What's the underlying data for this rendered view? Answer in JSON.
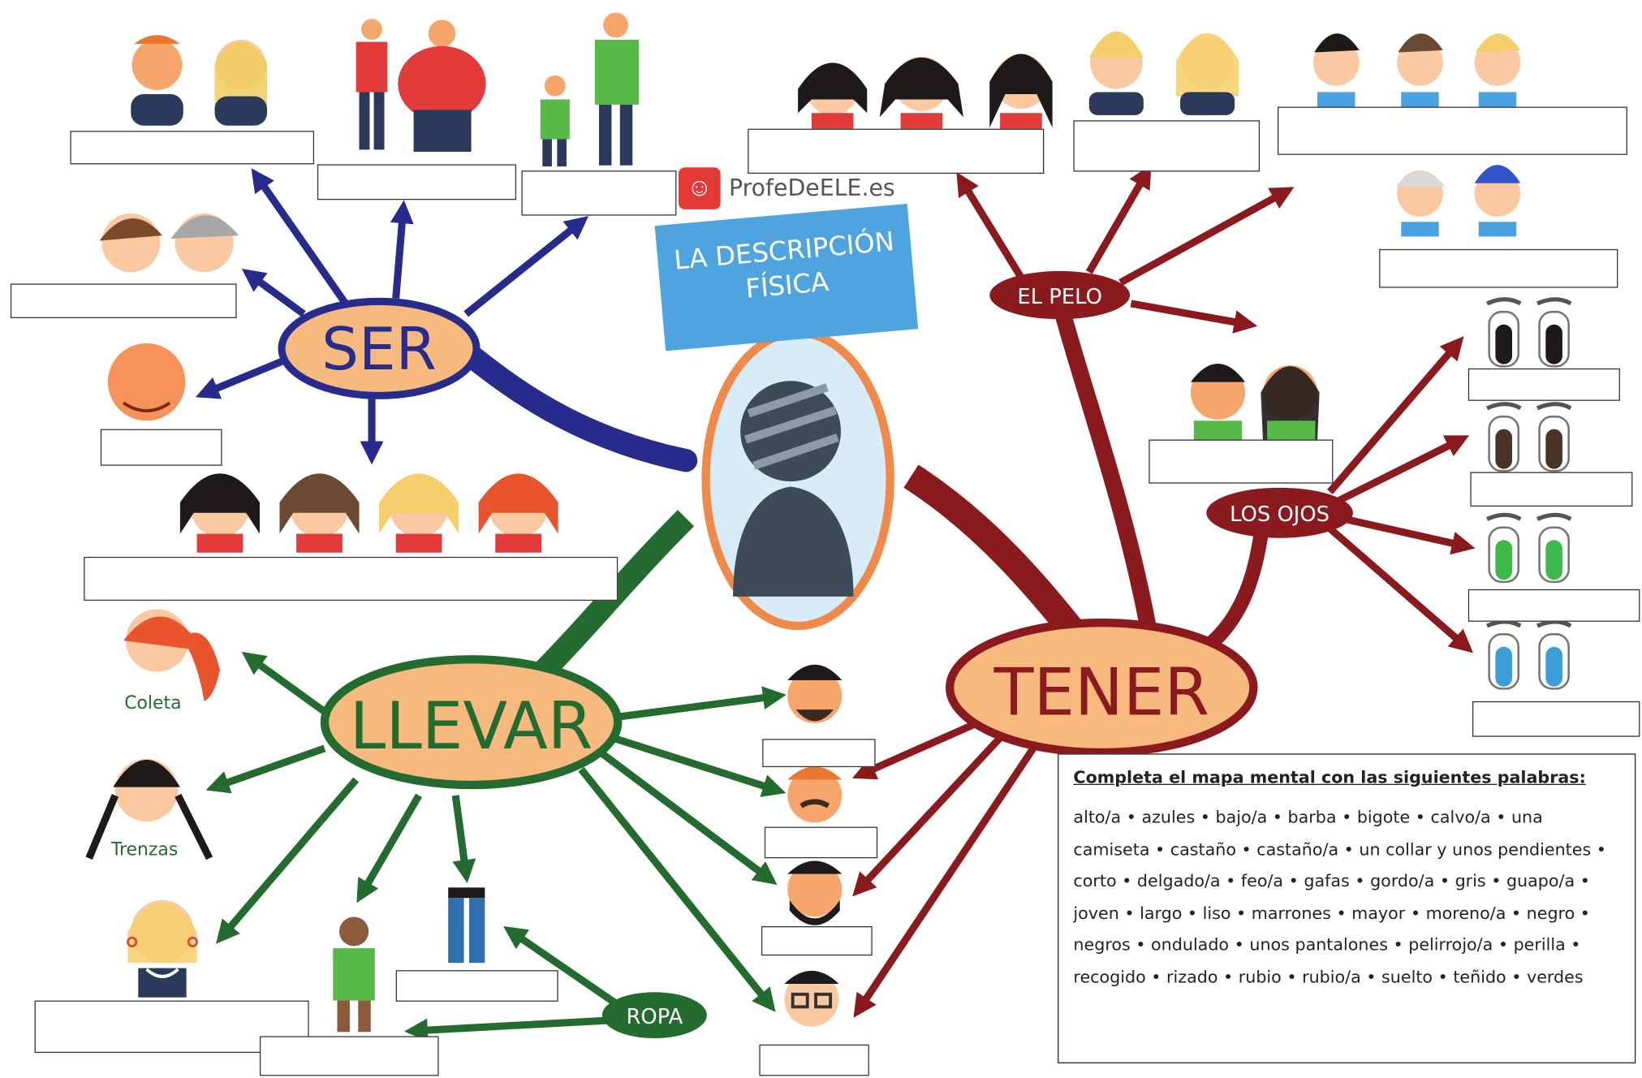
{
  "brand": {
    "name": "ProfeDeELE.es",
    "logo_icon": "smile-logo-icon"
  },
  "title": {
    "line1": "LA DESCRIPCIÓN",
    "line2": "FÍSICA"
  },
  "nodes": {
    "ser": "SER",
    "tener": "TENER",
    "llevar": "LLEVAR",
    "el_pelo": "EL PELO",
    "los_ojos": "LOS OJOS",
    "ropa": "ROPA"
  },
  "image_captions": {
    "coleta": "Coleta",
    "trenzas": "Trenzas"
  },
  "instructions": {
    "title": "Completa el mapa mental con las siguientes palabras:",
    "words": "alto/a • azules • bajo/a • barba • bigote • calvo/a • una camiseta • castaño • castaño/a • un collar y unos pendientes • corto • delgado/a • feo/a • gafas • gordo/a • gris • guapo/a • joven • largo • liso • marrones • mayor • moreno/a • negro •  negros • ondulado • unos pantalones • pelirrojo/a • perilla • recogido • rizado • rubio • rubio/a • suelto • teñido • verdes"
  },
  "colors": {
    "ser": "#262b8c",
    "tener": "#8b1a1f",
    "llevar": "#236b2f",
    "node_fill": "#f7b97e",
    "banner": "#4fa3df"
  }
}
